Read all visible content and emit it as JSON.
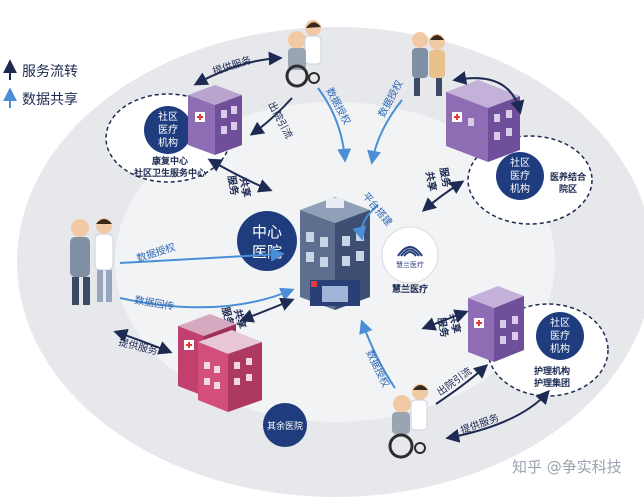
{
  "legend": {
    "service_flow": "服务流转",
    "data_share": "数据共享"
  },
  "center": {
    "line1": "中心",
    "line2": "医院",
    "platform_label": "平台搭建",
    "logo_text_small": "慧兰医疗",
    "logo_caption": "慧兰医疗"
  },
  "left_top": {
    "bubble_lines": [
      "社区",
      "医疗",
      "机构"
    ],
    "caption1": "康复中心",
    "caption2": "社区卫生服务中心",
    "provide": "提供服务",
    "discharge": "出院引流",
    "data_auth": "数据授权",
    "svc_share": [
      "服务",
      "共享"
    ]
  },
  "right_top": {
    "bubble_lines": [
      "社区",
      "医疗",
      "机构"
    ],
    "caption1": "医养结合",
    "caption2": "院区",
    "data_auth": "数据授权",
    "svc_share": [
      "服务",
      "共享"
    ]
  },
  "left_mid": {
    "data_auth": "数据授权"
  },
  "left_bottom": {
    "data_return": "数据回传",
    "provide": "提供服务",
    "svc_share": [
      "服务",
      "共享"
    ],
    "badge": "其余医院"
  },
  "right_bottom": {
    "bubble_lines": [
      "社区",
      "医疗",
      "机构"
    ],
    "caption1": "护理机构",
    "caption2": "护理集团",
    "data_auth": "数据授权",
    "discharge": "出院引流",
    "provide": "提供服务",
    "svc_share": [
      "服务",
      "共享"
    ]
  },
  "watermark": "知乎 @争实科技",
  "colors": {
    "dark_arrow": "#1d2a52",
    "blue_arrow": "#4a8fd6",
    "outer_ring": "#e6e8ec",
    "inner_ring": "#f2f3f5",
    "center_circle": "#1e3c7e"
  }
}
